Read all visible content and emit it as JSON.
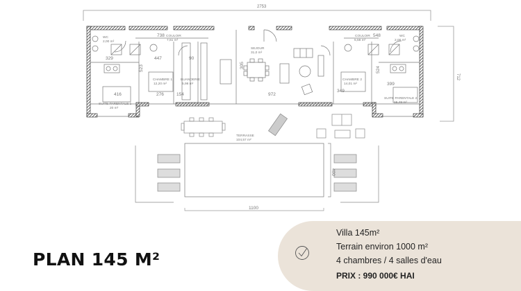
{
  "title": "PLAN 145 M²",
  "info": {
    "icon": "check-circle-icon",
    "lines": [
      "Villa  145m²",
      "Terrain environ 1000 m²",
      "4 chambres /  4 salles d'eau"
    ],
    "price": "PRIX : 990 000€ HAI"
  },
  "plan": {
    "dimensions": {
      "overall_width": "2753",
      "overall_depth": "712",
      "pool_length": "1100",
      "pool_width": "400",
      "couloir_left": "738",
      "couloir_right": "548",
      "d447": "447",
      "d90": "90",
      "d329": "329",
      "d416": "416",
      "d276": "276",
      "d154": "154",
      "d523": "523",
      "d972": "972",
      "d349": "349",
      "d399": "399",
      "d524": "524",
      "d305": "305"
    },
    "rooms": {
      "wc_left": {
        "name": "WC",
        "area": "2,00 m²"
      },
      "couloir_left": {
        "name": "COULOIR",
        "area": "7,51 m²"
      },
      "chambre1": {
        "name": "CHAMBRE 1",
        "area": "12,20 m²"
      },
      "buanderie": {
        "name": "BUANDERIE",
        "area": "5,98 m²"
      },
      "suite1": {
        "name": "SUITE PARENTALE 1",
        "area": "20 m²"
      },
      "sejour": {
        "name": "SEJOUR",
        "area": "31,0 m²"
      },
      "couloir_right": {
        "name": "COULOIR",
        "area": "5,58 m²"
      },
      "wc_right": {
        "name": "WC",
        "area": "2,00 m²"
      },
      "chambre2": {
        "name": "CHAMBRE 2",
        "area": "14,01 m²"
      },
      "suite2": {
        "name": "SUITE PARENTALE 2",
        "area": "15,48 m²"
      },
      "terrasse": {
        "name": "TERRASSE",
        "area": "104,57 m²"
      }
    }
  }
}
